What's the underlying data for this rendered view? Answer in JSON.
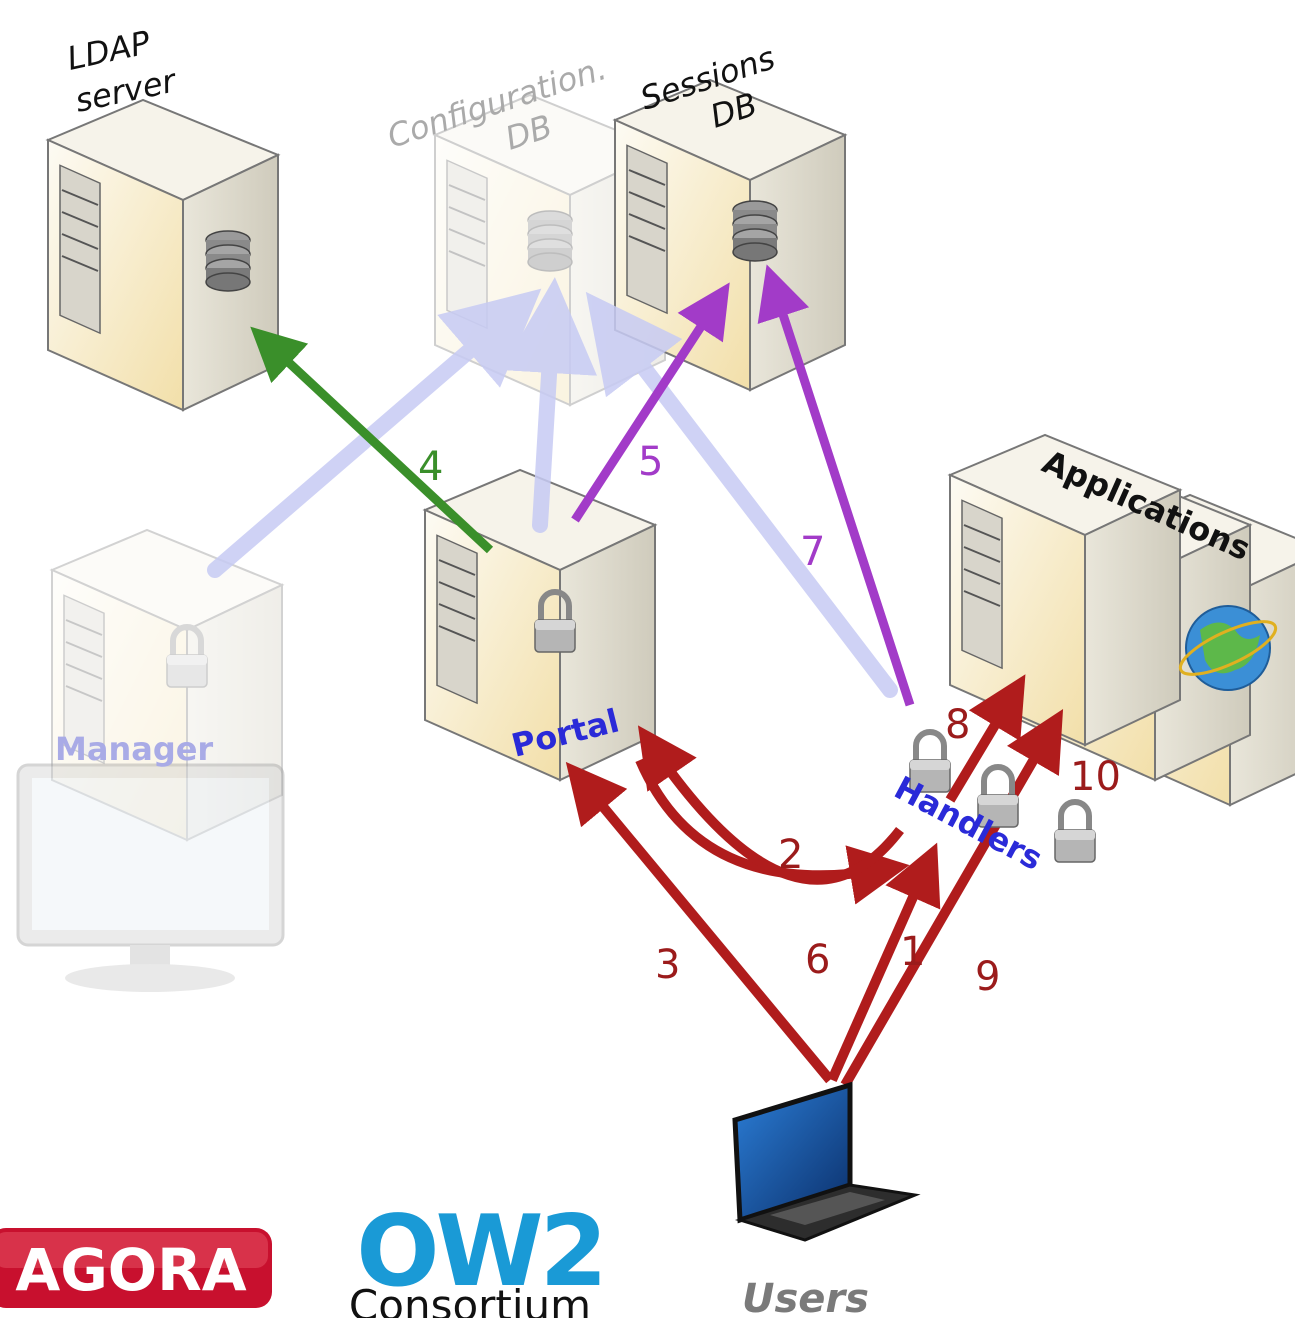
{
  "servers": {
    "ldap": {
      "line1": "LDAP",
      "line2": "server"
    },
    "config": {
      "line1": "Configuration.",
      "line2": "DB"
    },
    "sessions": {
      "line1": "Sessions",
      "line2": "DB"
    },
    "applications": "Applications",
    "portal": "Portal",
    "manager": "Manager",
    "handlers": "Handlers",
    "users": "Users"
  },
  "steps": {
    "s1": "1",
    "s2": "2",
    "s3": "3",
    "s4": "4",
    "s5": "5",
    "s6": "6",
    "s7": "7",
    "s8": "8",
    "s9": "9",
    "s10": "10"
  },
  "logos": {
    "agora": "AGORA",
    "ow2_mark": "OW2",
    "ow2_text": "Consortium"
  },
  "colors": {
    "green": "#3a8f2a",
    "purple": "#a23bc8",
    "darkred": "#9b1b1b",
    "lavender": "#c0c4f0",
    "label_blue": "#2a2ad8",
    "agora_red": "#c8102e",
    "ow2_blue": "#1a9ad6"
  }
}
